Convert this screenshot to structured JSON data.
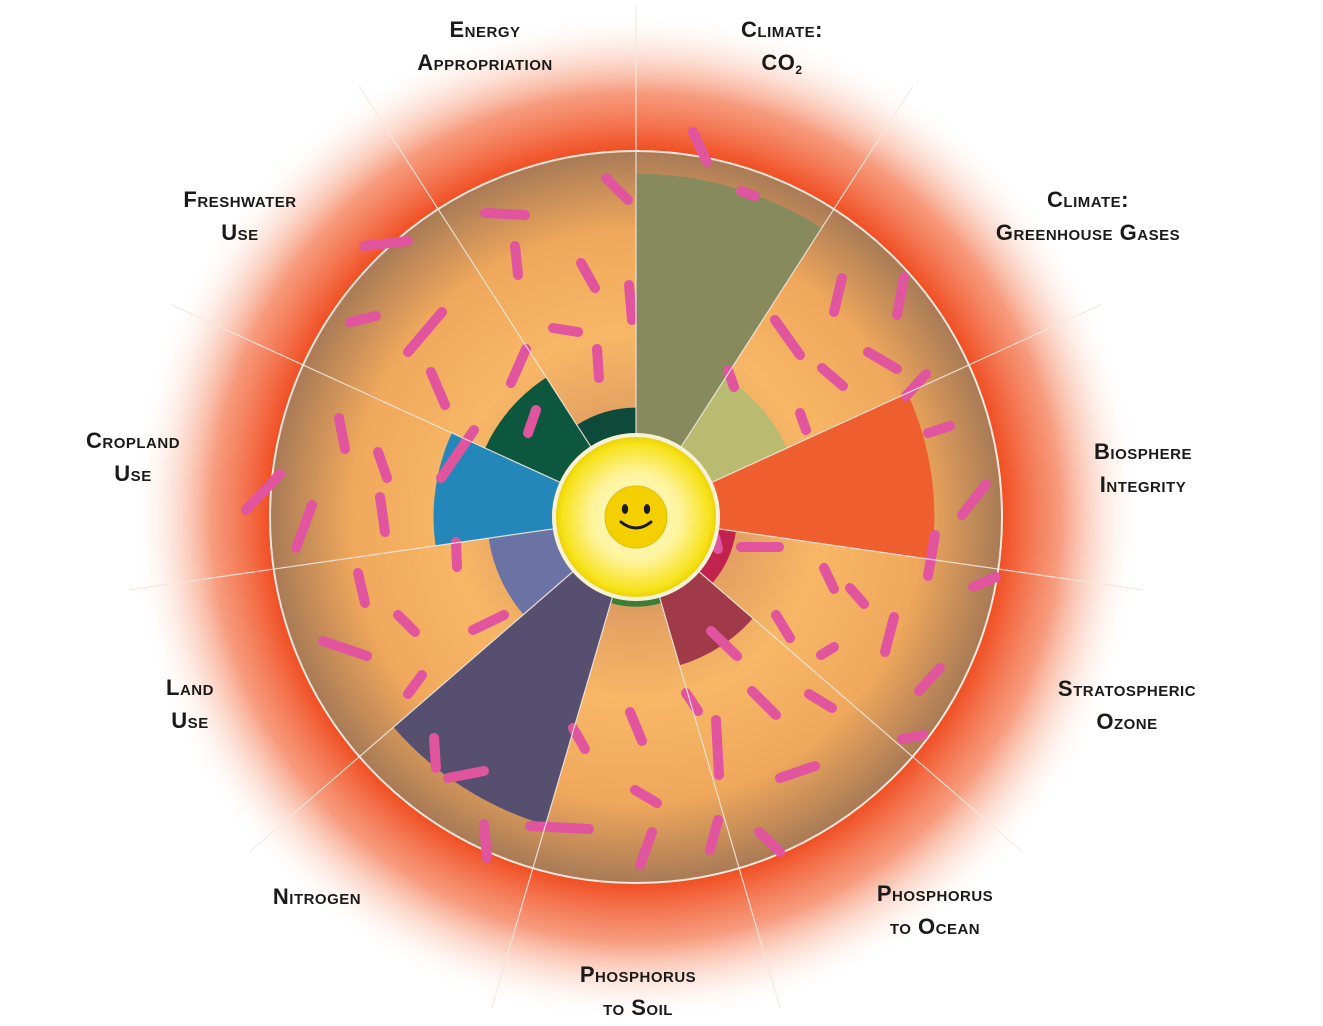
{
  "colors": {
    "glow": "#f04a1e",
    "zone_light": "#f6b462",
    "zone_dark": "#a77a58",
    "dash": "#e0559e",
    "divider": "#f3e7df",
    "sun_core": "#fff7b0",
    "sun_rim": "#f0d800",
    "face": "#f5d000"
  },
  "sectors": [
    {
      "id": "climate-co2",
      "lines": [
        "Climate:",
        "CO"
      ],
      "subscript": "2"
    },
    {
      "id": "climate-ghg",
      "lines": [
        "Climate:",
        "Greenhouse Gases"
      ]
    },
    {
      "id": "biosphere",
      "lines": [
        "Biosphere",
        "Integrity"
      ]
    },
    {
      "id": "ozone",
      "lines": [
        "Stratospheric",
        "Ozone"
      ]
    },
    {
      "id": "phosphorus-ocean",
      "lines": [
        "Phosphorus",
        "to Ocean"
      ]
    },
    {
      "id": "phosphorus-soil",
      "lines": [
        "Phosphorus",
        "to Soil"
      ]
    },
    {
      "id": "nitrogen",
      "lines": [
        "Nitrogen"
      ]
    },
    {
      "id": "land-use",
      "lines": [
        "Land",
        "Use"
      ]
    },
    {
      "id": "cropland",
      "lines": [
        "Cropland",
        "Use"
      ]
    },
    {
      "id": "freshwater",
      "lines": [
        "Freshwater",
        "Use"
      ]
    },
    {
      "id": "energy",
      "lines": [
        "Energy",
        "Appropriation"
      ]
    }
  ],
  "wedges": [
    {
      "sector": "climate-co2",
      "level": 0.92,
      "color": "#868a5d"
    },
    {
      "sector": "climate-ghg",
      "level": 0.29,
      "color": "#b8bb70"
    },
    {
      "sector": "biosphere",
      "level": 0.76,
      "color": "#ef5e2e"
    },
    {
      "sector": "ozone",
      "level": 0.06,
      "color": "#c2234e"
    },
    {
      "sector": "phosphorus-ocean",
      "level": 0.25,
      "color": "#a03a48"
    },
    {
      "sector": "phosphorus-soil",
      "level": 0.02,
      "color": "#3a7d35"
    },
    {
      "sector": "nitrogen",
      "level": 0.84,
      "color": "#574f70"
    },
    {
      "sector": "land-use",
      "level": 0.23,
      "color": "#6b73a5"
    },
    {
      "sector": "cropland",
      "level": 0.42,
      "color": "#2388b9"
    },
    {
      "sector": "freshwater",
      "level": 0.29,
      "color": "#0d573f"
    },
    {
      "sector": "energy",
      "level": 0.09,
      "color": "#0d4a3a"
    }
  ]
}
